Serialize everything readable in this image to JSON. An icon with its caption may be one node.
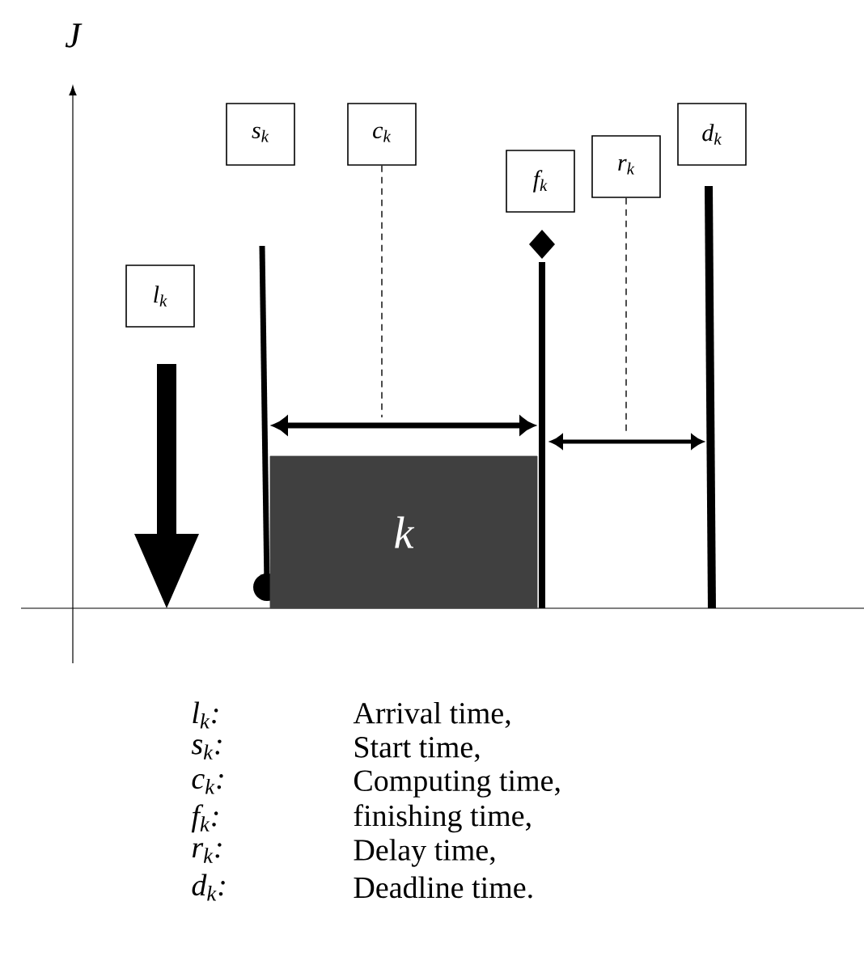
{
  "diagram": {
    "nodes": [
      {
        "text": [
          "l$_{k}$"
        ]
      },
      {
        "text": [
          "s$_{k}$"
        ]
      },
      {
        "text": [
          "c$_{k}$"
        ]
      },
      {
        "text": [
          "f$_{k}$"
        ]
      },
      {
        "text": [
          "r$_{k}$"
        ]
      },
      {
        "text": [
          "d$_{k}$"
        ]
      },
      {
        "text": [
          "k"
        ]
      }
    ],
    "edges": [
      {
        "from": 2,
        "to": null,
        "arrow": "none",
        "style": "dashed"
      },
      {
        "from": 4,
        "to": null,
        "arrow": "none",
        "style": "dashed"
      }
    ],
    "labels": [
      "J",
      "l$_{k}$:",
      "Arrival time,",
      "s$_{k}$:",
      "Start time,",
      "c$_{k}$:",
      "Computing time,",
      "f$_{k}$:",
      "finishing time,",
      "r$_{k}$:",
      "Delay time,",
      "d$_{k}$:",
      "Deadline time."
    ]
  }
}
